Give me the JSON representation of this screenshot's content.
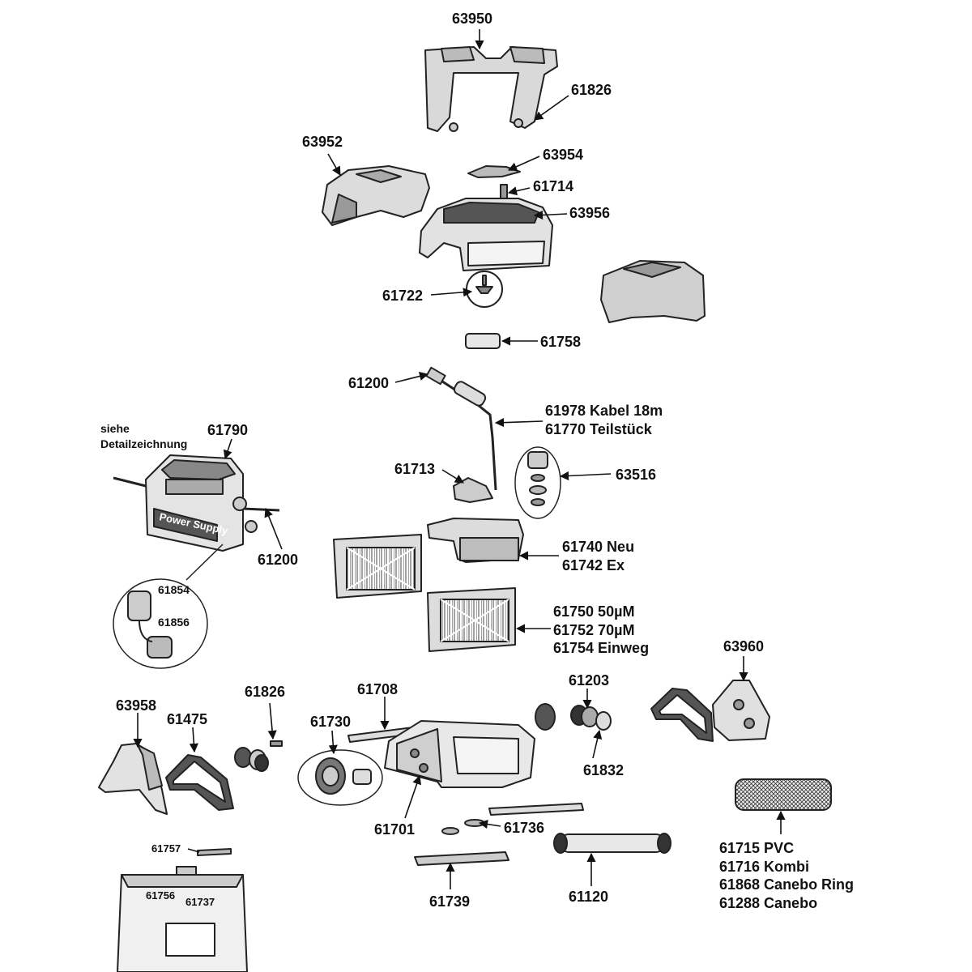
{
  "labels": {
    "p63950": "63950",
    "p61826_top": "61826",
    "p63952": "63952",
    "p63954": "63954",
    "p61714": "61714",
    "p63956": "63956",
    "p61722": "61722",
    "p61758": "61758",
    "p61200_cable": "61200",
    "p61978": "61978 Kabel 18m",
    "p61770": "61770 Teilstück",
    "note_line1": "siehe",
    "note_line2": "Detailzeichnung",
    "p61790": "61790",
    "p61713": "61713",
    "p63516": "63516",
    "p61200_ps": "61200",
    "p61740": "61740 Neu",
    "p61742": "61742 Ex",
    "p61854": "61854",
    "p61856": "61856",
    "p61750": "61750 50µM",
    "p61752": "61752 70µM",
    "p61754": "61754 Einweg",
    "p63960": "63960",
    "p61203": "61203",
    "p61826_mid": "61826",
    "p61708": "61708",
    "p63958": "63958",
    "p61475": "61475",
    "p61730": "61730",
    "p61832": "61832",
    "p61701": "61701",
    "p61736": "61736",
    "p61715": "61715 PVC",
    "p61716": "61716 Kombi",
    "p61868": "61868 Canebo Ring",
    "p61288": "61288 Canebo",
    "p61757": "61757",
    "p61756": "61756",
    "p61737": "61737",
    "p61739": "61739",
    "p61120": "61120"
  },
  "power_supply_text": "Power Supply"
}
